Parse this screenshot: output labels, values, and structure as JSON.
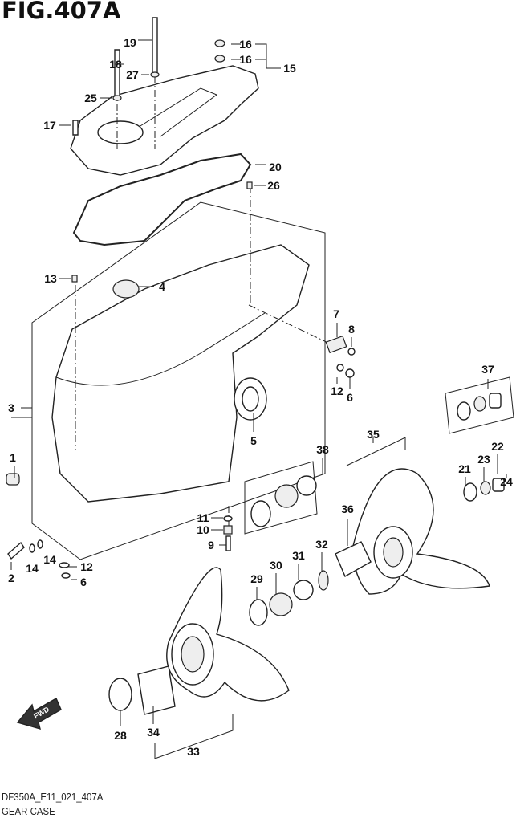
{
  "figure": {
    "title": "FIG.407A"
  },
  "footer": {
    "code": "DF350A_E11_021_407A",
    "caption": "GEAR CASE"
  },
  "callouts": [
    "19",
    "18",
    "16",
    "16",
    "15",
    "27",
    "25",
    "17",
    "20",
    "26",
    "13",
    "4",
    "7",
    "8",
    "12",
    "6",
    "3",
    "5",
    "37",
    "38",
    "35",
    "22",
    "21",
    "23",
    "24",
    "36",
    "1",
    "11",
    "10",
    "9",
    "2",
    "14",
    "14",
    "12",
    "6",
    "29",
    "30",
    "31",
    "32",
    "28",
    "34",
    "33"
  ],
  "forward_marker": "FWD"
}
